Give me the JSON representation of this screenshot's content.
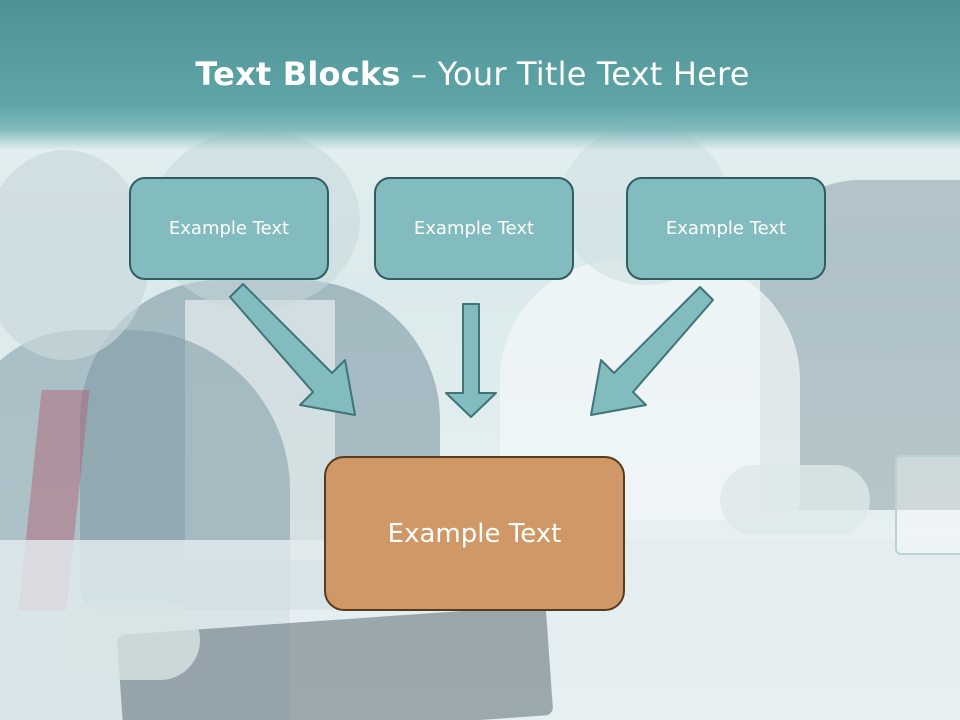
{
  "title": {
    "bold": "Text Blocks",
    "separator": " – ",
    "rest": "Your Title Text Here"
  },
  "blocks": {
    "top": [
      "Example Text",
      "Example Text",
      "Example Text"
    ],
    "bottom": "Example Text"
  },
  "colors": {
    "title_bar": "#5fa5a7",
    "top_box_fill": "#82bcbf",
    "top_box_border": "#315d61",
    "bottom_box_fill": "#cf9866",
    "bottom_box_border": "#5a3a1c",
    "arrow_fill": "#82bcbf",
    "arrow_stroke": "#3f7579"
  },
  "icons": {
    "arrows": [
      "arrow-down-right-icon",
      "arrow-down-icon",
      "arrow-down-left-icon"
    ]
  }
}
